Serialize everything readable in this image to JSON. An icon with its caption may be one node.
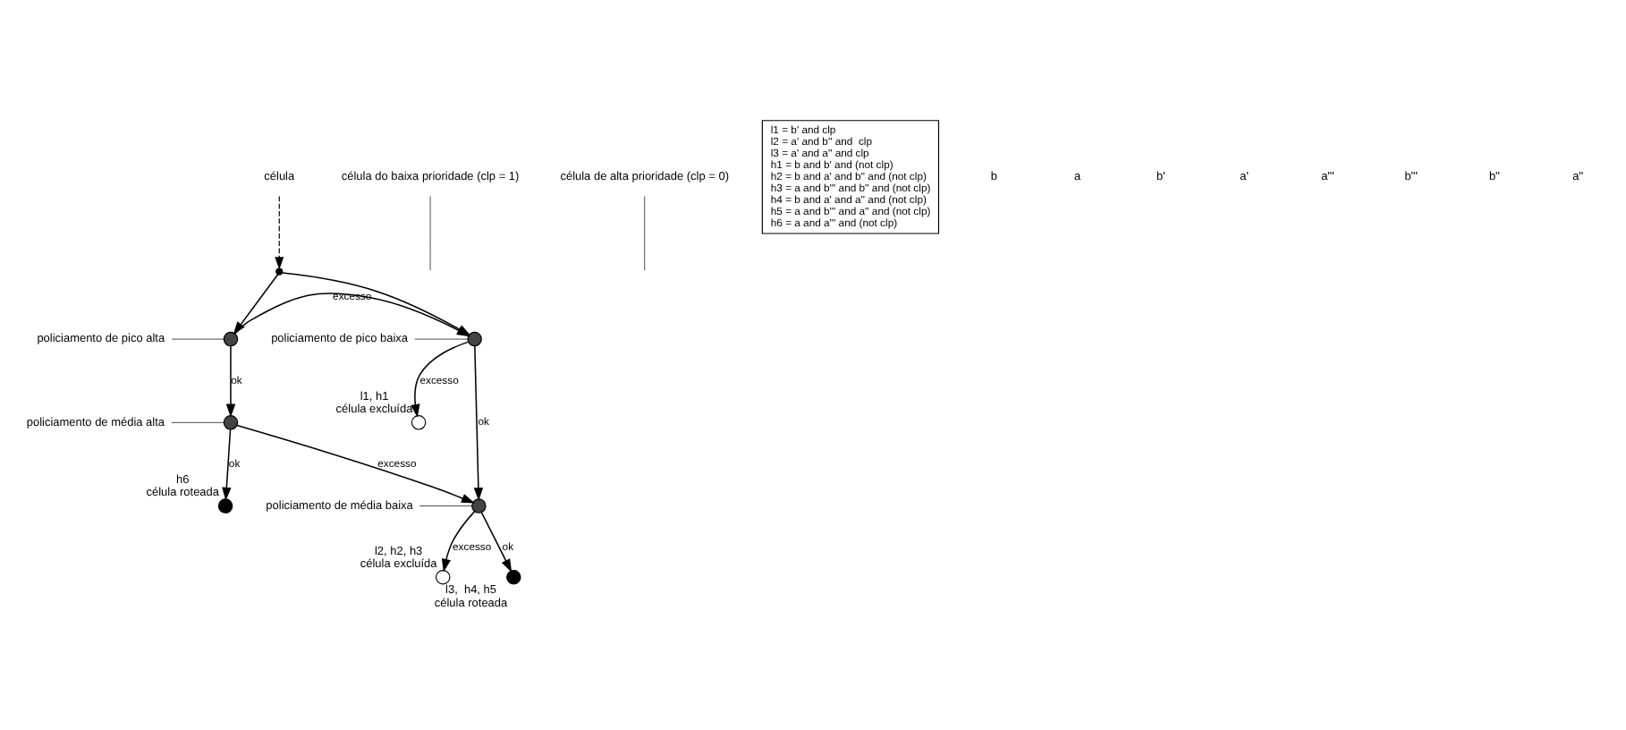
{
  "diagram": {
    "nodes": [
      {
        "text": [
          "célula"
        ]
      },
      {
        "text": [],
        "shape": "circle"
      },
      {
        "text": [
          "célula do baixa prioridade (clp = 1)"
        ]
      },
      {
        "text": [
          "célula de alta prioridade (clp = 0)"
        ]
      },
      {
        "text": [
          "policiamento de pico baixa"
        ]
      },
      {
        "text": [],
        "shape": "circle"
      },
      {
        "text": [
          "policiamento de pico alta"
        ]
      },
      {
        "text": [],
        "shape": "circle"
      },
      {
        "text": [
          "policiamento de média alta"
        ]
      },
      {
        "text": [],
        "shape": "circle"
      },
      {
        "text": [],
        "shape": "circle",
        "beside": [
          "l1, h1",
          "célula excluída"
        ]
      },
      {
        "text": [
          "policiamento de média baixa"
        ]
      },
      {
        "text": [],
        "shape": "circle"
      },
      {
        "text": [],
        "shape": "circle",
        "beside": [
          "h6",
          "célula roteada"
        ]
      },
      {
        "text": [],
        "shape": "circle",
        "beside": [
          "l2, h2, h3",
          "célula excluída"
        ]
      },
      {
        "text": [],
        "shape": "circle",
        "beside": [
          "l3,  h4, h5",
          "célula roteada"
        ]
      },
      {
        "text": [
          "l1 = b' and clp",
          "l2 = a' and b'' and  clp",
          "l3 = a' and a'' and clp",
          "h1 = b and b' and (not clp)",
          "h2 = b and a' and b'' and (not clp)",
          "h3 = a and b''' and b'' and (not clp)",
          "h4 = b and a' and a'' and (not clp)",
          "h5 = a and b''' and a'' and (not clp)",
          "h6 = a and a''' and (not clp)"
        ]
      }
    ],
    "edges": [
      {
        "from": 0,
        "to": 1,
        "arrow": "to",
        "style": "dashed"
      },
      {
        "from": 1,
        "to": 5,
        "arrow": "to"
      },
      {
        "from": 1,
        "to": 7,
        "arrow": "to"
      },
      {
        "from": 7,
        "to": 5,
        "arrow": "to",
        "label": "excesso"
      },
      {
        "from": 5,
        "to": 10,
        "arrow": "to",
        "label": "excesso"
      },
      {
        "from": 7,
        "to": 9,
        "arrow": "to",
        "label": "ok"
      },
      {
        "from": 5,
        "to": 12,
        "arrow": "to",
        "label": "ok"
      },
      {
        "from": 9,
        "to": 12,
        "arrow": "to",
        "label": "excesso"
      },
      {
        "from": 9,
        "to": 13,
        "arrow": "to",
        "label": "ok"
      },
      {
        "from": 12,
        "to": 14,
        "arrow": "to",
        "label": "excesso"
      },
      {
        "from": 12,
        "to": 15,
        "arrow": "to",
        "label": "ok"
      },
      {
        "from": 2,
        "to": null,
        "arrow": "none"
      },
      {
        "from": 3,
        "to": null,
        "arrow": "none"
      },
      {
        "from": 4,
        "to": 5,
        "arrow": "none"
      },
      {
        "from": 6,
        "to": 7,
        "arrow": "none"
      },
      {
        "from": 8,
        "to": 9,
        "arrow": "none"
      },
      {
        "from": 11,
        "to": 12,
        "arrow": "none"
      }
    ],
    "labels": [
      "b",
      "a",
      "b'",
      "a'",
      "a'''",
      "b'''",
      "b''",
      "a''"
    ]
  }
}
